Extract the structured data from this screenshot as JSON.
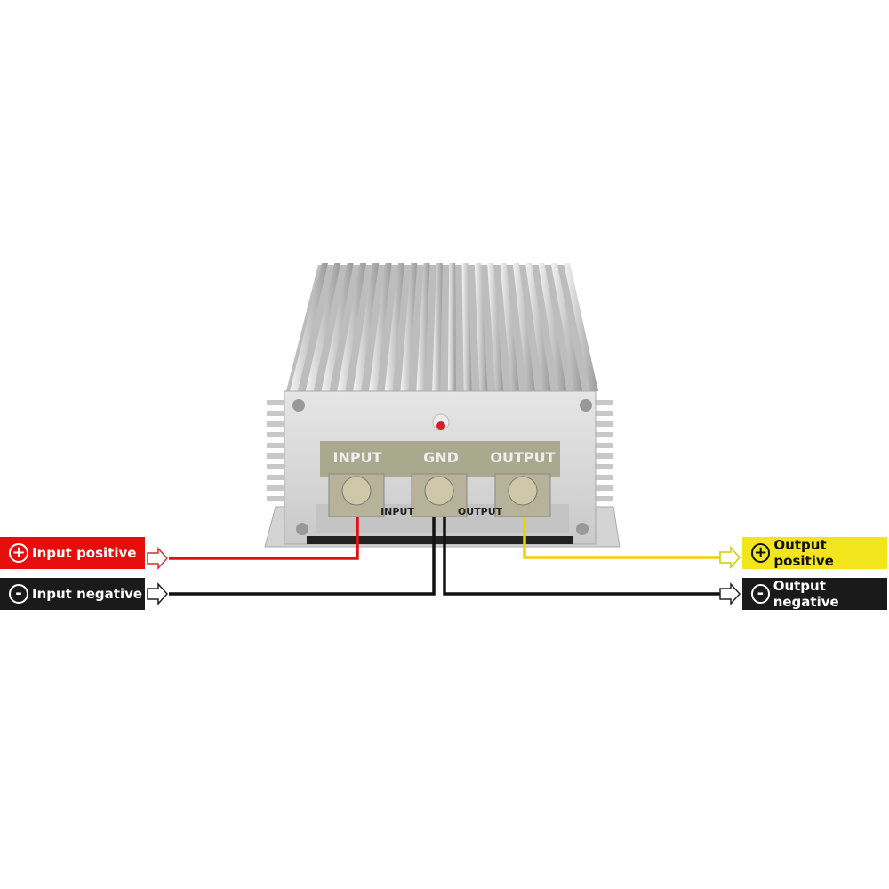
{
  "device": {
    "terminal_labels": [
      "INPUT",
      "GND",
      "OUTPUT"
    ],
    "lower_labels": [
      "INPUT",
      "OUTPUT"
    ],
    "led_color": "#d0202a"
  },
  "labels": {
    "input_positive": {
      "symbol": "+",
      "text": "Input positive",
      "color": "#e60d0d"
    },
    "input_negative": {
      "symbol": "-",
      "text": "Input negative",
      "color": "#1a1a1a"
    },
    "output_positive": {
      "symbol": "+",
      "text": "Output positive",
      "color": "#f2e51b"
    },
    "output_negative": {
      "symbol": "-",
      "text": "Output negative",
      "color": "#1a1a1a"
    }
  },
  "wire_colors": {
    "input_positive": "#e01010",
    "output_positive": "#f0d000",
    "negative": "#111111"
  }
}
